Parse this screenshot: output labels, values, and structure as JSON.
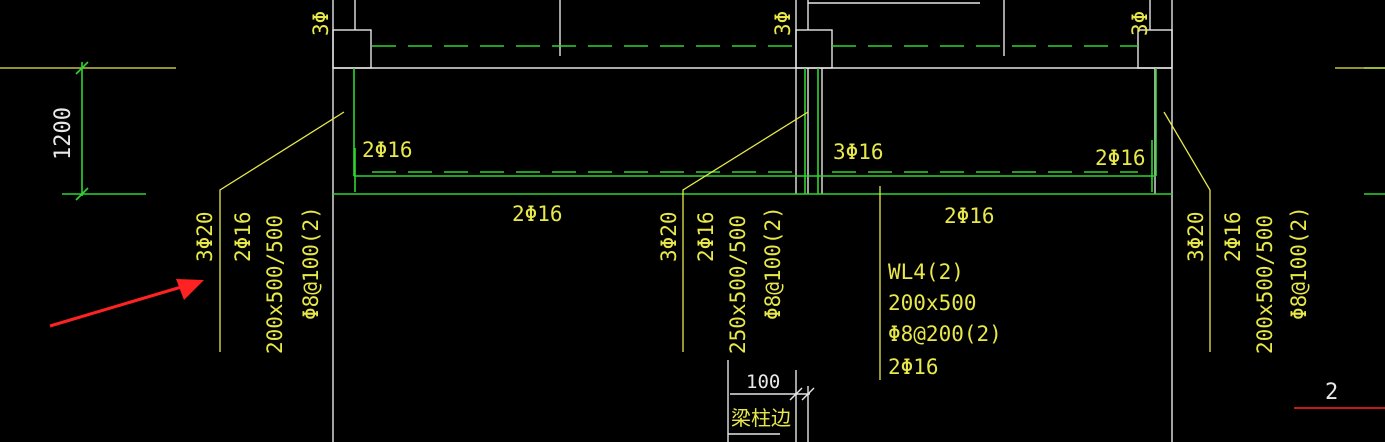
{
  "dimension": {
    "height": "1200"
  },
  "column_labels": {
    "top_left": "3Φ",
    "top_mid": "3Φ",
    "top_right": "3Φ"
  },
  "beam_rebar": {
    "left_top": "2Φ16",
    "mid_top": "3Φ16",
    "right_top": "2Φ16",
    "left_bottom": "2Φ16",
    "right_bottom": "2Φ16"
  },
  "column_annotations": [
    {
      "main": "3Φ20",
      "side": "2Φ16",
      "section": "200x500/500",
      "stirrup": "Φ8@100(2)"
    },
    {
      "main": "3Φ20",
      "side": "2Φ16",
      "section": "250x500/500",
      "stirrup": "Φ8@100(2)"
    },
    {
      "main": "3Φ20",
      "side": "2Φ16",
      "section": "200x500/500",
      "stirrup": "Φ8@100(2)"
    }
  ],
  "beam_label": {
    "name": "WL4(2)",
    "section": "200x500",
    "stirrup": "Φ8@200(2)",
    "rebar": "2Φ16"
  },
  "detail": {
    "offset": "100",
    "note": "梁柱边"
  },
  "section_number": "2",
  "colors": {
    "background": "#000000",
    "beam_lines": "#2fd62f",
    "outline": "#e6e6e6",
    "text": "#e8e84a",
    "arrow": "#ff2222"
  }
}
